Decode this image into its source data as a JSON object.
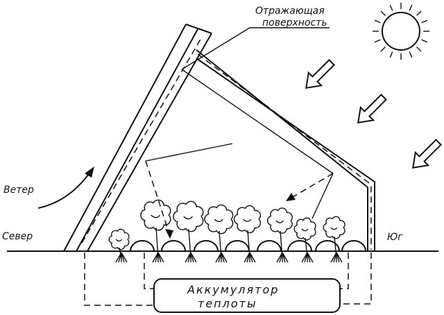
{
  "labels": {
    "reflective_surface_line1": "Отражающая",
    "reflective_surface_line2": "поверхность",
    "wind": "Ветер",
    "north": "Север",
    "south": "Юг",
    "accumulator_line1": "Аккумулятор",
    "accumulator_line2": "теплоты"
  }
}
